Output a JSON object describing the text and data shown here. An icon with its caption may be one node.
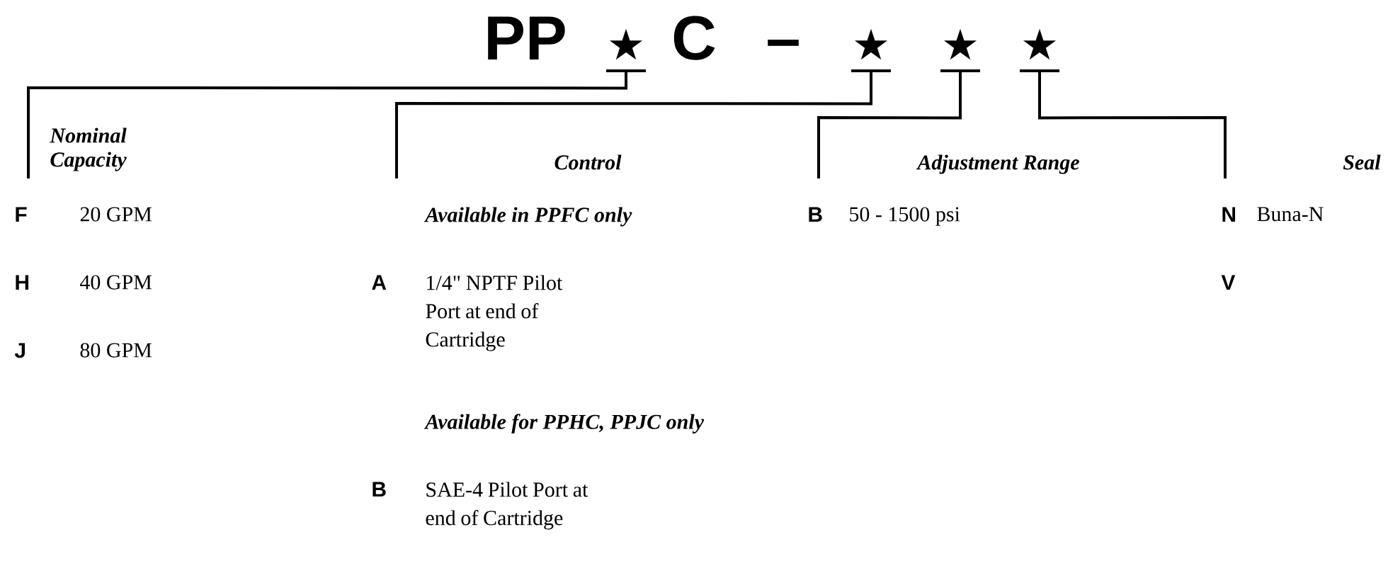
{
  "diagram": {
    "nodes": [
      {
        "text": [
          "★"
        ]
      },
      {
        "text": [
          "★"
        ]
      },
      {
        "text": [
          "★"
        ]
      },
      {
        "text": [
          "★"
        ]
      }
    ],
    "edges": [
      {
        "from": 0,
        "to": null,
        "arrow": "none"
      },
      {
        "from": 1,
        "to": null,
        "arrow": "none"
      },
      {
        "from": 2,
        "to": null,
        "arrow": "none"
      },
      {
        "from": 3,
        "to": null,
        "arrow": "none"
      }
    ],
    "labels": [
      "PP",
      "C",
      "–",
      "Nominal Capacity",
      "Control",
      "Adjustment Range",
      "Seal",
      "F",
      "20 GPM",
      "Available in PPFC only",
      "B",
      "50 - 1500 psi",
      "N",
      "Buna-N",
      "H",
      "40 GPM",
      "A",
      "1/4\" NPTF Pilot Port at end of Cartridge",
      "V",
      "J",
      "80 GPM",
      "Available for PPHC, PPJC only",
      "B",
      "SAE-4 Pilot Port at end of Cartridge"
    ]
  }
}
